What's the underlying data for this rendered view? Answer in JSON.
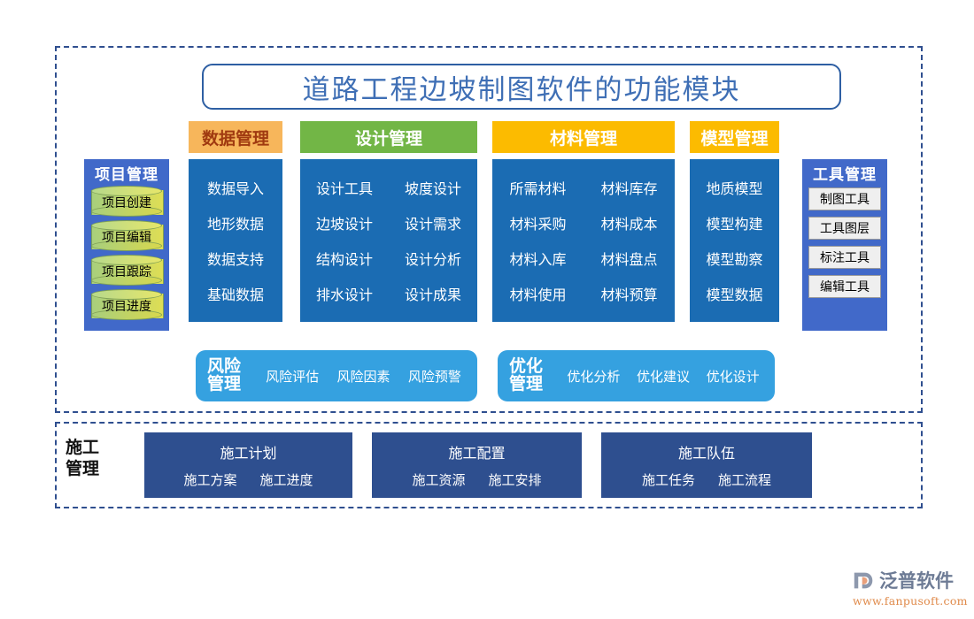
{
  "title": "道路工程边坡制图软件的功能模块",
  "colors": {
    "frame_dash": "#2f4f8f",
    "title_border": "#2e5fa3",
    "title_text": "#3f6fb5",
    "header_data": "#f7b65b",
    "header_data_text": "#a03a10",
    "header_design": "#72b646",
    "header_material": "#fcbb00",
    "header_model": "#fcbb00",
    "panel_blue": "#1b6cb3",
    "side_blue": "#4169c9",
    "round_blue": "#35a1e0",
    "construction_blue": "#2e4f8f",
    "cylinder_start": "#a8cf7c",
    "cylinder_end": "#dede55",
    "logo_name": "#6d7b95",
    "logo_url": "#e08a4a"
  },
  "project": {
    "title": "项目管理",
    "items": [
      "项目创建",
      "项目编辑",
      "项目跟踪",
      "项目进度"
    ]
  },
  "columns": [
    {
      "key": "data",
      "header": "数据管理",
      "layout": "one-col",
      "items": [
        "数据导入",
        "地形数据",
        "数据支持",
        "基础数据"
      ]
    },
    {
      "key": "design",
      "header": "设计管理",
      "layout": "two-col",
      "items": [
        "设计工具",
        "坡度设计",
        "边坡设计",
        "设计需求",
        "结构设计",
        "设计分析",
        "排水设计",
        "设计成果"
      ]
    },
    {
      "key": "material",
      "header": "材料管理",
      "layout": "two-col",
      "items": [
        "所需材料",
        "材料库存",
        "材料采购",
        "材料成本",
        "材料入库",
        "材料盘点",
        "材料使用",
        "材料预算"
      ]
    },
    {
      "key": "model",
      "header": "模型管理",
      "layout": "one-col",
      "items": [
        "地质模型",
        "模型构建",
        "模型勘察",
        "模型数据"
      ]
    }
  ],
  "tool": {
    "title": "工具管理",
    "items": [
      "制图工具",
      "工具图层",
      "标注工具",
      "编辑工具"
    ]
  },
  "risk": {
    "title": "风险管理",
    "title_line1": "风险",
    "title_line2": "管理",
    "items": [
      "风险评估",
      "风险因素",
      "风险预警"
    ]
  },
  "optimize": {
    "title": "优化管理",
    "title_line1": "优化",
    "title_line2": "管理",
    "items": [
      "优化分析",
      "优化建议",
      "优化设计"
    ]
  },
  "construction": {
    "label_line1": "施工",
    "label_line2": "管理",
    "groups": [
      {
        "title": "施工计划",
        "items": [
          "施工方案",
          "施工进度"
        ]
      },
      {
        "title": "施工配置",
        "items": [
          "施工资源",
          "施工安排"
        ]
      },
      {
        "title": "施工队伍",
        "items": [
          "施工任务",
          "施工流程"
        ]
      }
    ]
  },
  "logo": {
    "name": "泛普软件",
    "url": "www.fanpusoft.com"
  }
}
